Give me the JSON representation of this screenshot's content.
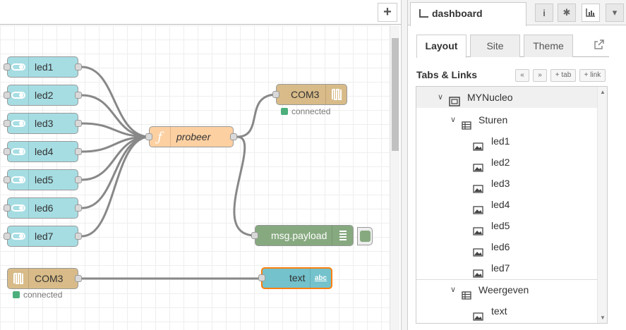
{
  "workspace": {
    "add_tab": "+",
    "nodes": {
      "led1": "led1",
      "led2": "led2",
      "led3": "led3",
      "led4": "led4",
      "led5": "led5",
      "led6": "led6",
      "led7": "led7",
      "probeer": "probeer",
      "com3_out": "COM3",
      "com3_in": "COM3",
      "debug": "msg.payload",
      "text": "text",
      "text_badge": "abc"
    },
    "status": {
      "com3_out": "connected",
      "com3_in": "connected"
    },
    "colors": {
      "switch": "#a6dde3",
      "function": "#fdd0a2",
      "serial": "#d8bb88",
      "debug": "#87a980",
      "text": "#73c2cc",
      "selected_outline": "#ff7f0e",
      "connected": "#4caf7c"
    }
  },
  "sidebar": {
    "active_tab": "dashboard",
    "header_icons": [
      "info-icon",
      "bug-icon",
      "chart-icon",
      "caret-down-icon"
    ],
    "subtabs": {
      "layout": "Layout",
      "site": "Site",
      "theme": "Theme"
    },
    "tabs_links_title": "Tabs & Links",
    "buttons": {
      "collapse": "⌃",
      "expand": "⌄",
      "add_tab": "tab",
      "add_link": "link"
    },
    "tree": {
      "tab": "MYNucleo",
      "group1": "Sturen",
      "group1_items": [
        "led1",
        "led2",
        "led3",
        "led4",
        "led5",
        "led6",
        "led7"
      ],
      "group2": "Weergeven",
      "group2_items": [
        "text"
      ]
    }
  }
}
